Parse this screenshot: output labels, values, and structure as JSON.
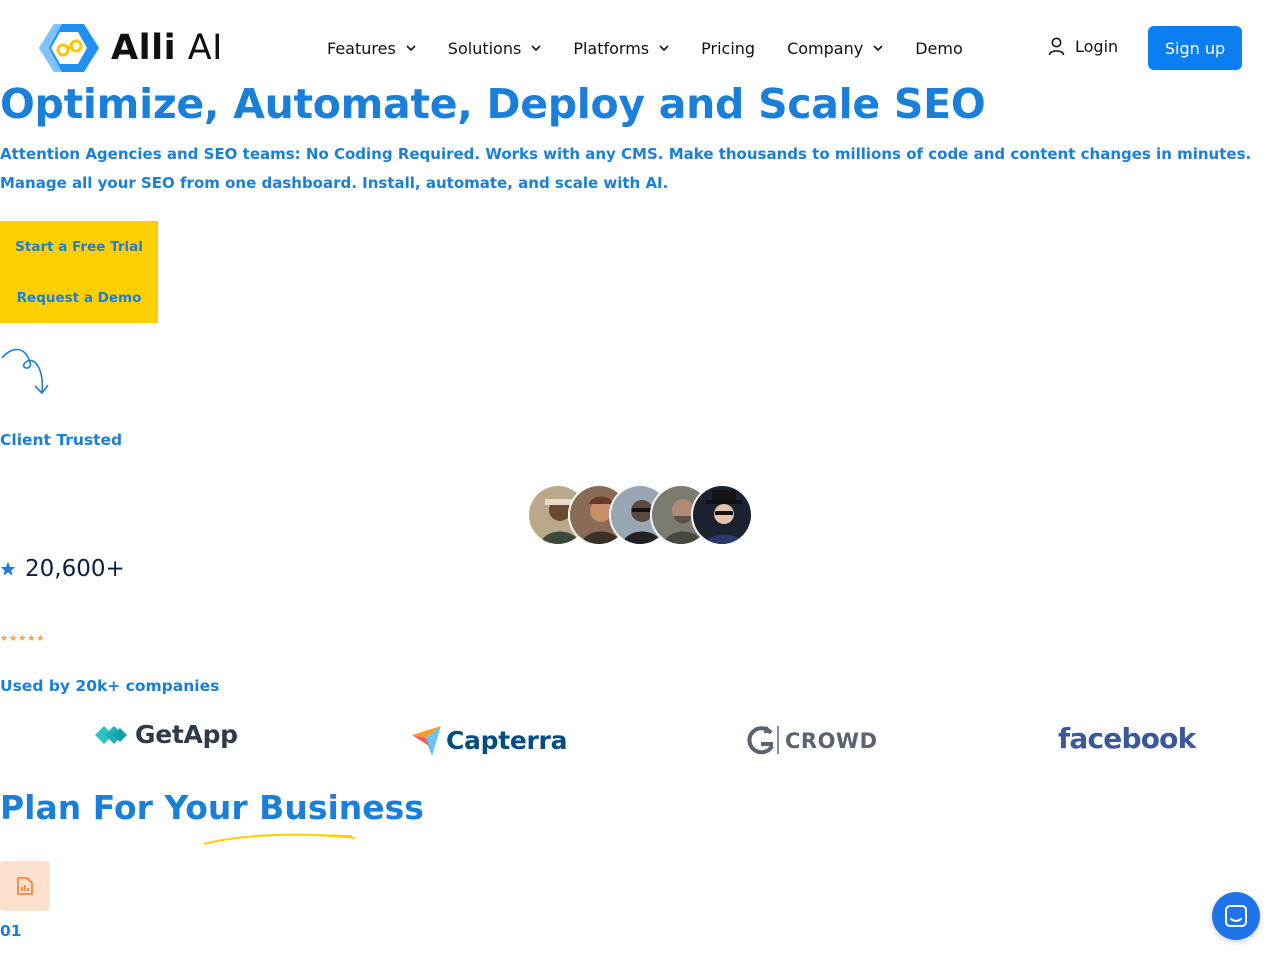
{
  "header": {
    "logo_text_bold": "Alli",
    "logo_text_light": "AI",
    "nav": [
      {
        "label": "Features",
        "has_dropdown": true
      },
      {
        "label": "Solutions",
        "has_dropdown": true
      },
      {
        "label": "Platforms",
        "has_dropdown": true
      },
      {
        "label": "Pricing",
        "has_dropdown": false
      },
      {
        "label": "Company",
        "has_dropdown": true
      },
      {
        "label": "Demo",
        "has_dropdown": false
      }
    ],
    "login_label": "Login",
    "signup_label": "Sign up"
  },
  "hero": {
    "title": "Optimize, Automate, Deploy and Scale SEO",
    "subtitle": "Attention Agencies and SEO teams: No Coding Required. Works with any CMS. Make thousands to millions of code and content changes in minutes. Manage all your SEO from one dashboard. Install, automate, and scale with AI.",
    "cta_trial": "Start a Free Trial",
    "cta_demo": "Request a Demo"
  },
  "trust": {
    "client_trusted": "Client Trusted",
    "rating_count": "20,600+",
    "small_stars": "★★★★★",
    "used_by": "Used by 20k+ companies"
  },
  "brands": {
    "getapp": "GetApp",
    "capterra": "Capterra",
    "g2_word": "CROWD",
    "facebook": "facebook"
  },
  "plans": {
    "title": "Plan For Your Business",
    "first_number": "01"
  },
  "colors": {
    "brand_blue": "#1a7fd8",
    "cta_yellow": "#ffd000",
    "signup_blue": "#0b7ff2",
    "chat_blue": "#1e74e8"
  }
}
